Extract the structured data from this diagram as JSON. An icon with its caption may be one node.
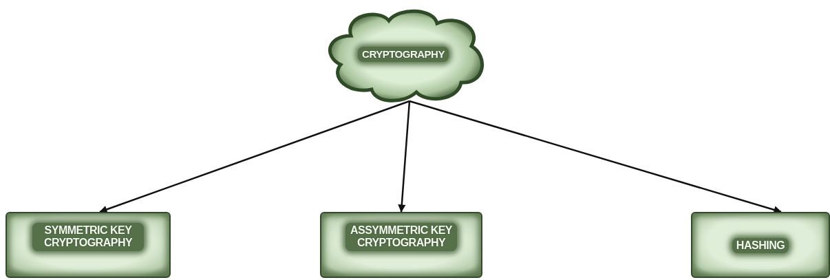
{
  "diagram": {
    "nodes": [
      {
        "text": [
          "CRYPTOGRAPHY"
        ]
      },
      {
        "text": [
          "SYMMETRIC KEY CRYPTOGRAPHY"
        ]
      },
      {
        "text": [
          "ASSYMMETRIC KEY CRYPTOGRAPHY"
        ]
      },
      {
        "text": [
          "HASHING"
        ]
      }
    ],
    "edges": [
      {
        "from": 0,
        "to": 1,
        "arrow": "to"
      },
      {
        "from": 0,
        "to": 2,
        "arrow": "to"
      },
      {
        "from": 0,
        "to": 3,
        "arrow": "to"
      }
    ]
  }
}
